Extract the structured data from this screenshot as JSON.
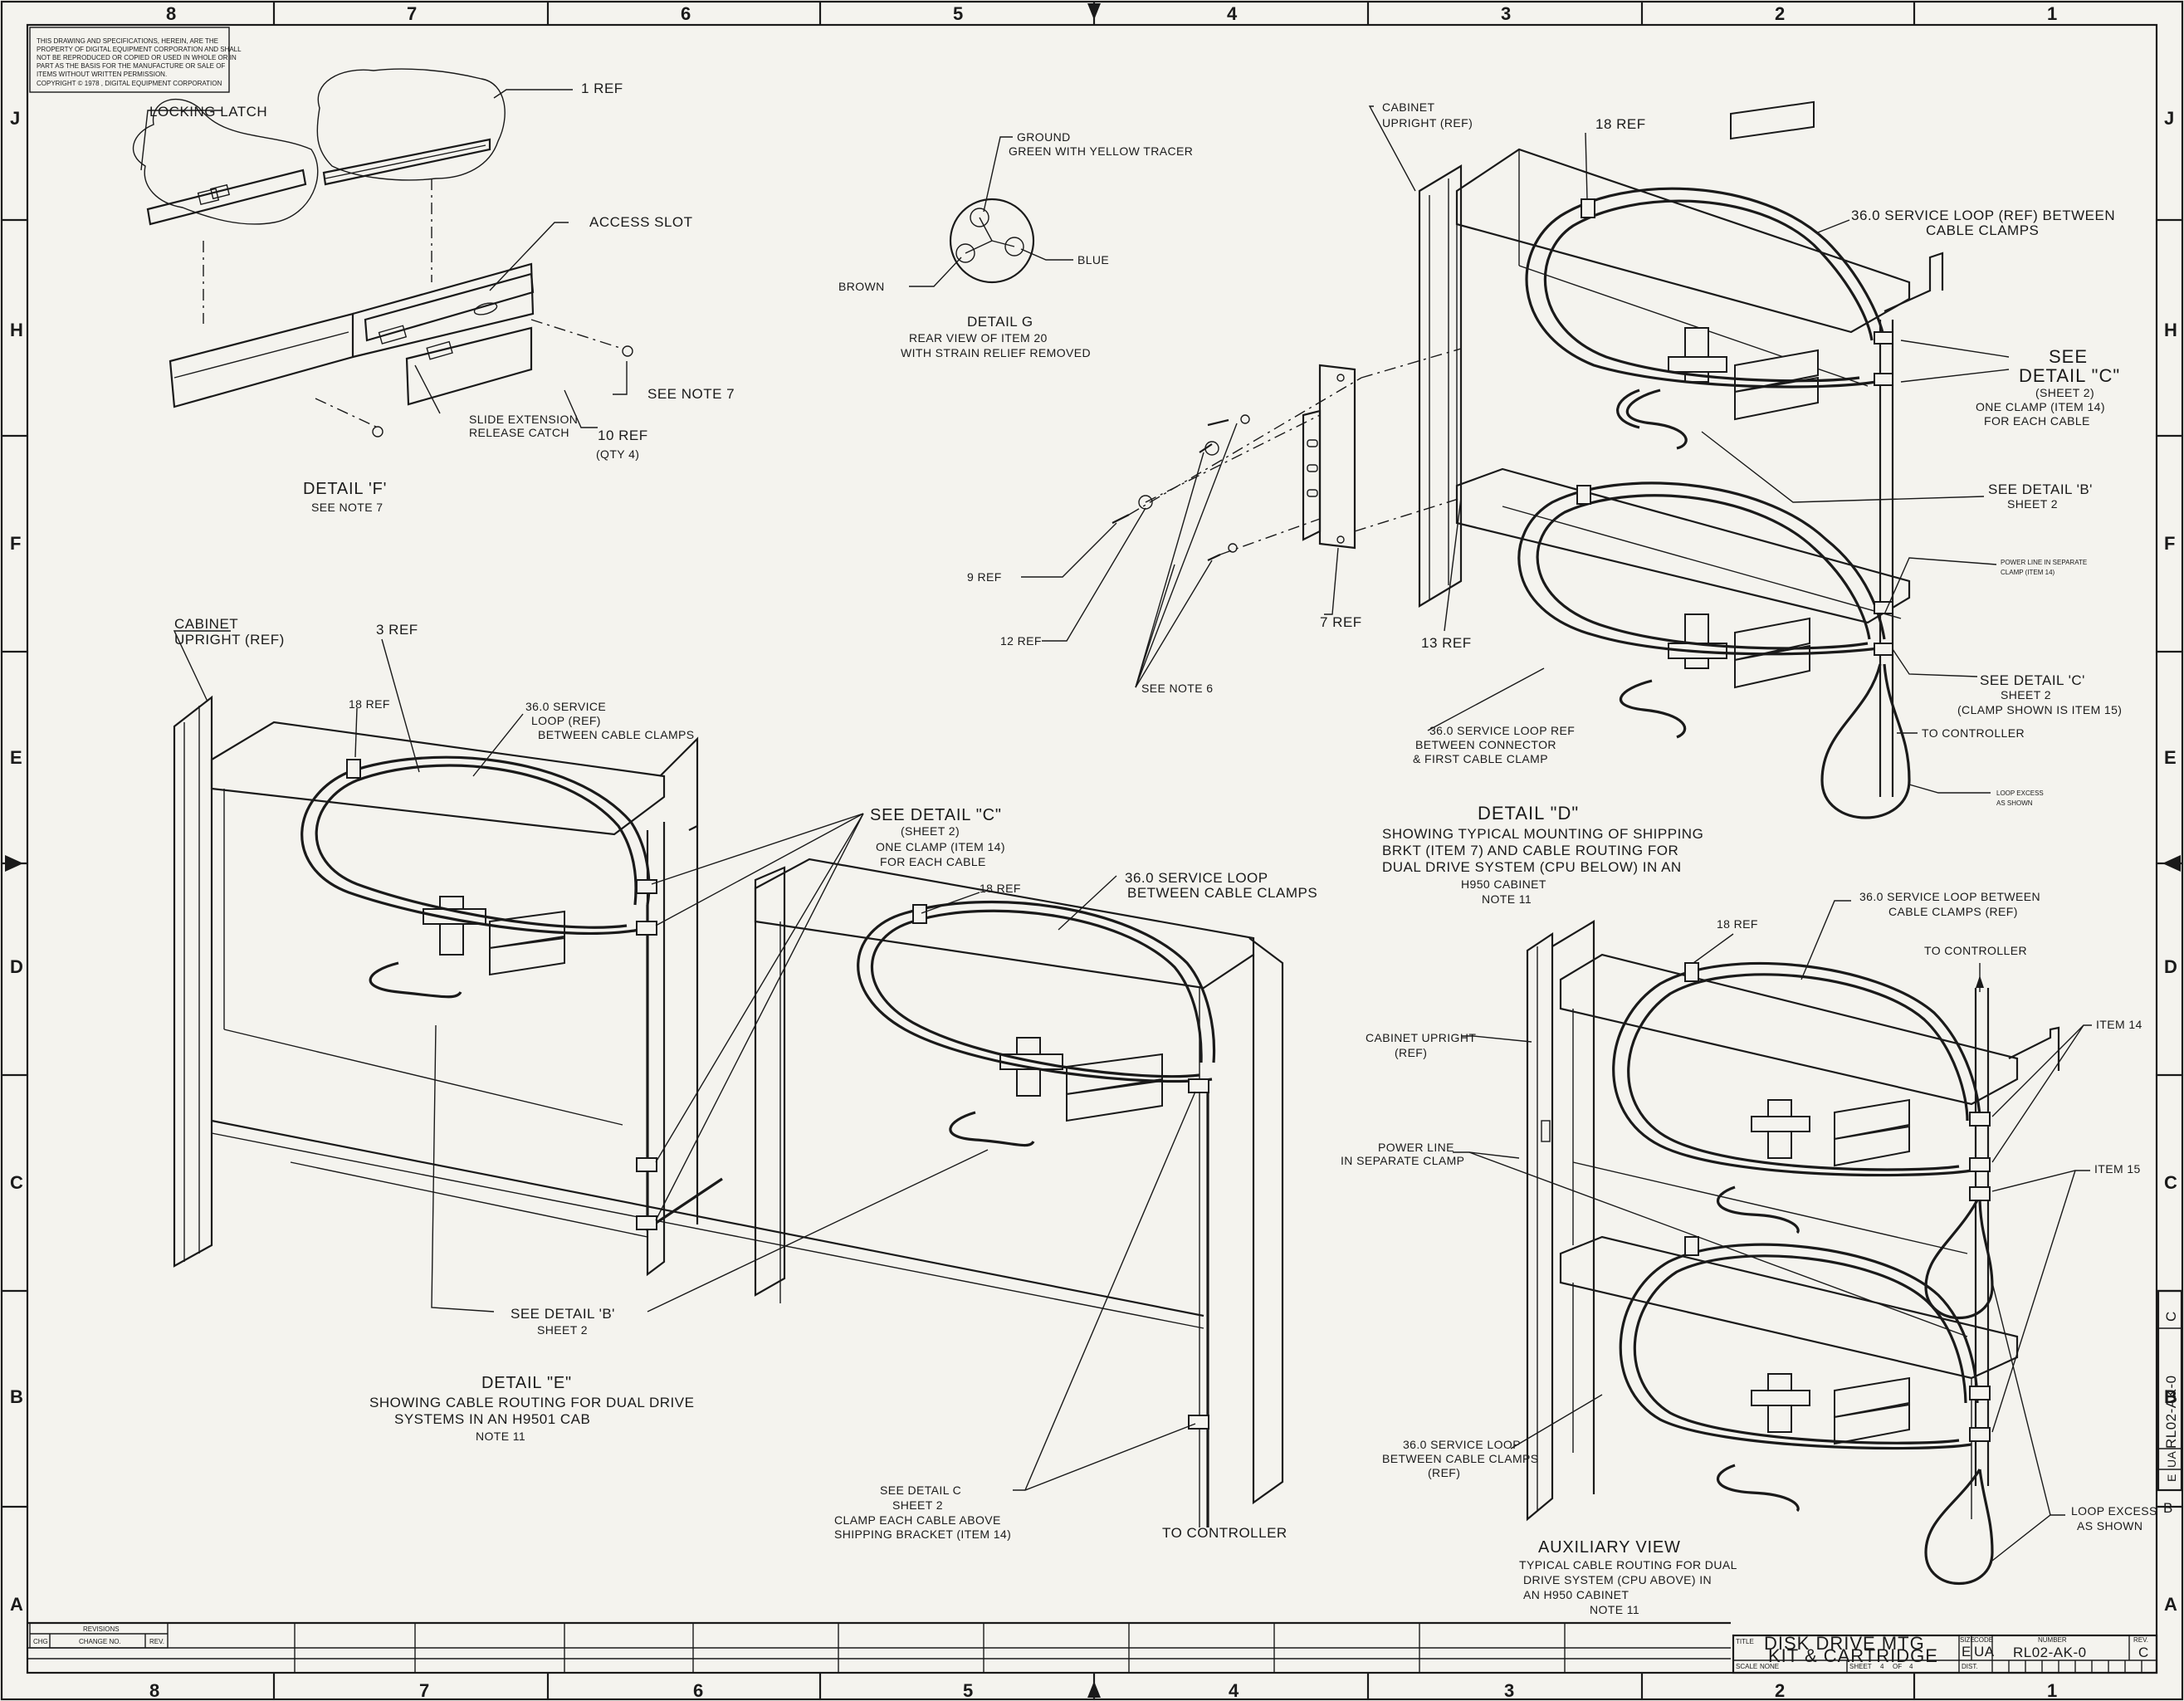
{
  "border": {
    "top_zones": [
      "8",
      "7",
      "6",
      "5",
      "4",
      "3",
      "2",
      "1"
    ],
    "bottom_zones": [
      "8",
      "7",
      "6",
      "5",
      "4",
      "3",
      "2",
      "1"
    ],
    "left_zones": [
      "J",
      "H",
      "F",
      "E",
      "D",
      "C",
      "B",
      "A"
    ],
    "right_zones": [
      "J",
      "H",
      "F",
      "E",
      "D",
      "C",
      "B",
      "A"
    ]
  },
  "copyright": {
    "lines": [
      "THIS DRAWING AND SPECIFICATIONS, HEREIN, ARE THE",
      "PROPERTY OF DIGITAL EQUIPMENT CORPORATION AND SHALL",
      "NOT BE REPRODUCED OR COPIED OR USED IN WHOLE OR IN",
      "PART AS THE BASIS FOR THE MANUFACTURE OR SALE OF",
      "ITEMS WITHOUT WRITTEN PERMISSION."
    ],
    "notice": "COPYRIGHT © 1978 , DIGITAL EQUIPMENT CORPORATION"
  },
  "detail_f": {
    "title": "DETAIL 'F'",
    "subtitle": "SEE NOTE 7",
    "labels": {
      "ref1": "1 REF",
      "latch": "LOCKING LATCH",
      "slot": "ACCESS SLOT",
      "note7": "SEE NOTE 7",
      "ref10": "10 REF",
      "qty": "(QTY 4)",
      "catch1": "SLIDE EXTENSION",
      "catch2": "RELEASE CATCH"
    }
  },
  "detail_g": {
    "title": "DETAIL G",
    "sub1": "REAR VIEW OF ITEM 20",
    "sub2": "WITH STRAIN RELIEF REMOVED",
    "ground1": "GROUND",
    "ground2": "GREEN WITH YELLOW TRACER",
    "brown": "BROWN",
    "blue": "BLUE"
  },
  "bracket": {
    "ref9": "9 REF",
    "ref12": "12 REF",
    "ref7": "7 REF",
    "ref13": "13 REF",
    "note6": "SEE NOTE 6"
  },
  "detail_d": {
    "title": "DETAIL \"D\"",
    "desc": [
      "SHOWING TYPICAL MOUNTING OF SHIPPING",
      "BRKT (ITEM 7) AND CABLE ROUTING FOR",
      "DUAL DRIVE SYSTEM (CPU BELOW) IN AN",
      "H950 CABINET",
      "NOTE 11"
    ],
    "cab1": "CABINET",
    "cab2": "UPRIGHT (REF)",
    "ref18": "18 REF",
    "loop1": "36.0 SERVICE LOOP (REF) BETWEEN",
    "loop2": "CABLE CLAMPS",
    "seec1": "SEE",
    "seec2": "DETAIL \"C\"",
    "seec3": "(SHEET 2)",
    "seec4": "ONE CLAMP (ITEM 14)",
    "seec5": "FOR EACH CABLE",
    "seeb1": "SEE DETAIL 'B'",
    "seeb2": "SHEET 2",
    "power1": "POWER LINE IN SEPARATE",
    "power2": "CLAMP (ITEM 14)",
    "seed1": "SEE DETAIL 'C'",
    "seed2": "SHEET 2",
    "seed3": "(CLAMP SHOWN IS ITEM 15)",
    "toctrl": "TO CONTROLLER",
    "excess1": "LOOP EXCESS",
    "excess2": "AS SHOWN",
    "conn1": "36.0 SERVICE LOOP REF",
    "conn2": "BETWEEN CONNECTOR",
    "conn3": "& FIRST CABLE CLAMP"
  },
  "detail_e": {
    "title": "DETAIL \"E\"",
    "desc": [
      "SHOWING CABLE ROUTING FOR DUAL DRIVE",
      "SYSTEMS IN AN H9501 CAB",
      "NOTE 11"
    ],
    "cab1": "CABINET",
    "cab2": "UPRIGHT (REF)",
    "ref3": "3 REF",
    "ref18a": "18 REF",
    "ref18b": "18 REF",
    "loopa1": "36.0 SERVICE",
    "loopa2": "LOOP (REF)",
    "loopa3": "BETWEEN CABLE CLAMPS",
    "seec1": "SEE DETAIL \"C\"",
    "seec2": "(SHEET 2)",
    "seec3": "ONE CLAMP (ITEM 14)",
    "seec4": "FOR EACH CABLE",
    "loopb1": "36.0 SERVICE LOOP",
    "loopb2": "BETWEEN CABLE CLAMPS",
    "seeb1": "SEE DETAIL 'B'",
    "seeb2": "SHEET 2",
    "seecc1": "SEE DETAIL C",
    "seecc2": "SHEET 2",
    "seecc3": "CLAMP EACH CABLE ABOVE",
    "seecc4": "SHIPPING BRACKET (ITEM 14)",
    "toctrl": "TO CONTROLLER"
  },
  "aux": {
    "title": "AUXILIARY VIEW",
    "desc": [
      "TYPICAL CABLE ROUTING FOR DUAL",
      "DRIVE SYSTEM (CPU ABOVE) IN",
      "AN H950 CABINET",
      "NOTE 11"
    ],
    "loop1": "36.0 SERVICE LOOP BETWEEN",
    "loop2": "CABLE CLAMPS (REF)",
    "ref18": "18 REF",
    "toctrl": "TO CONTROLLER",
    "cab1": "CABINET UPRIGHT",
    "cab2": "(REF)",
    "item14": "ITEM 14",
    "item15": "ITEM 15",
    "power1": "POWER LINE",
    "power2": "IN SEPARATE CLAMP",
    "loopc1": "36.0 SERVICE LOOP",
    "loopc2": "BETWEEN CABLE CLAMPS",
    "loopc3": "(REF)",
    "excess1": "LOOP EXCESS",
    "excess2": "AS SHOWN"
  },
  "revisions": {
    "title": "REVISIONS",
    "col_chg": "CHG",
    "col_change": "CHANGE NO.",
    "col_rev": "REV."
  },
  "title_block": {
    "title_label": "TITLE",
    "title1": "DISK DRIVE MTG",
    "title2": "KIT & CARTRIDGE",
    "size_label": "SIZE",
    "size": "E",
    "code_label": "CODE",
    "code": "UA",
    "number_label": "NUMBER",
    "number": "RL02-AK-0",
    "rev_label": "REV.",
    "rev": "C",
    "scale_label": "SCALE",
    "scale": "NONE",
    "sheet_label": "SHEET",
    "sheet": "4",
    "of_label": "OF",
    "of": "4",
    "dist_label": "DIST."
  },
  "side_tab": {
    "size": "E",
    "code": "UA",
    "number": "RL02-AK-0",
    "rev": "C",
    "rev2": "B"
  }
}
